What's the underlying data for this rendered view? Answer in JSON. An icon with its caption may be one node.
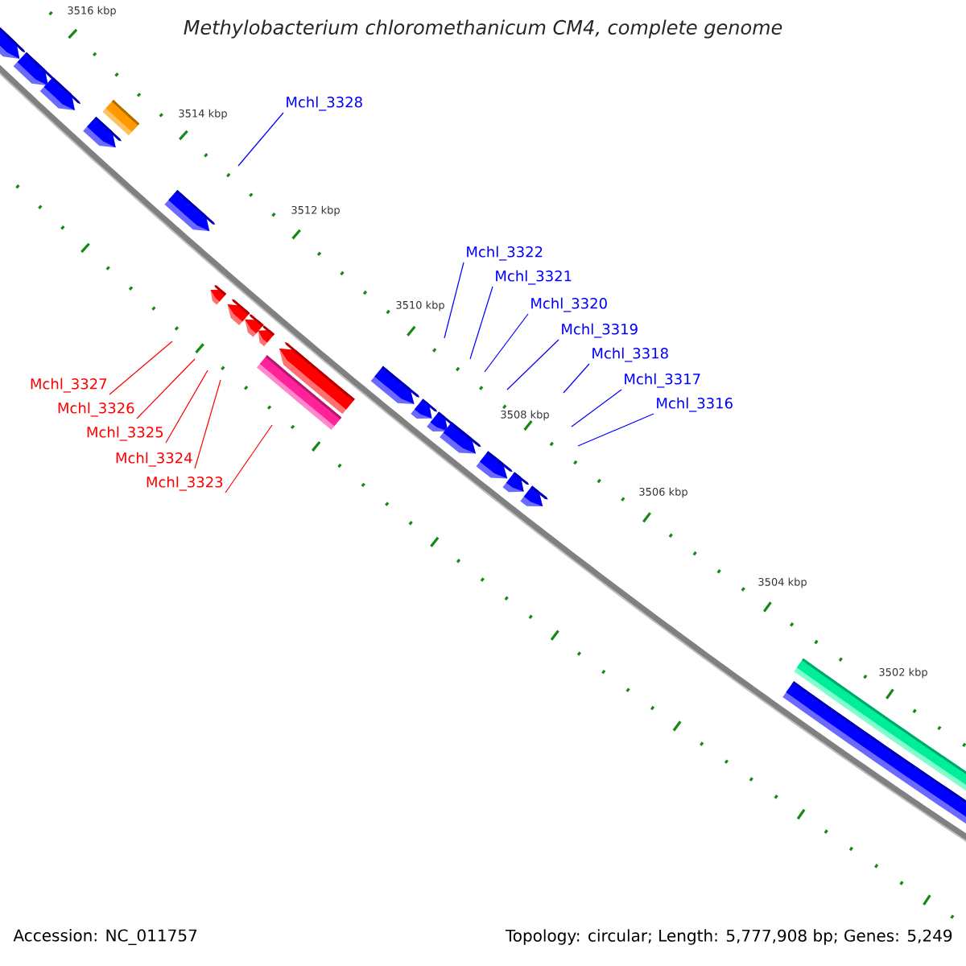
{
  "diagram": {
    "title": "Methylobacterium chloromethanicum CM4, complete genome",
    "nodes": [
      {
        "text": [
          "Mchl_3328"
        ]
      },
      {
        "text": [
          "Mchl_3322"
        ]
      },
      {
        "text": [
          "Mchl_3321"
        ]
      },
      {
        "text": [
          "Mchl_3320"
        ]
      },
      {
        "text": [
          "Mchl_3319"
        ]
      },
      {
        "text": [
          "Mchl_3318"
        ]
      },
      {
        "text": [
          "Mchl_3317"
        ]
      },
      {
        "text": [
          "Mchl_3316"
        ]
      },
      {
        "text": [
          "Mchl_3327"
        ]
      },
      {
        "text": [
          "Mchl_3326"
        ]
      },
      {
        "text": [
          "Mchl_3325"
        ]
      },
      {
        "text": [
          "Mchl_3324"
        ]
      },
      {
        "text": [
          "Mchl_3323"
        ]
      }
    ],
    "edges": [
      {
        "from": 0,
        "to": null,
        "arrow": "none"
      },
      {
        "from": 1,
        "to": null,
        "arrow": "none"
      },
      {
        "from": 2,
        "to": null,
        "arrow": "none"
      },
      {
        "from": 3,
        "to": null,
        "arrow": "none"
      },
      {
        "from": 4,
        "to": null,
        "arrow": "none"
      },
      {
        "from": 5,
        "to": null,
        "arrow": "none"
      },
      {
        "from": 6,
        "to": null,
        "arrow": "none"
      },
      {
        "from": 7,
        "to": null,
        "arrow": "none"
      },
      {
        "from": 8,
        "to": null,
        "arrow": "none",
        "color": "#ff0000"
      },
      {
        "from": 9,
        "to": null,
        "arrow": "none",
        "color": "#ff0000"
      },
      {
        "from": 10,
        "to": null,
        "arrow": "none",
        "color": "#ff0000"
      },
      {
        "from": 11,
        "to": null,
        "arrow": "none",
        "color": "#ff0000"
      },
      {
        "from": 12,
        "to": null,
        "arrow": "none",
        "color": "#ff0000"
      }
    ],
    "labels": [
      "3516 kbp",
      "3514 kbp",
      "3512 kbp",
      "3510 kbp",
      "3508 kbp",
      "3506 kbp",
      "3504 kbp",
      "3502 kbp",
      "Accession: NC_011757",
      "Topology: circular; Length: 5,777,908 bp; Genes: 5,249"
    ]
  }
}
